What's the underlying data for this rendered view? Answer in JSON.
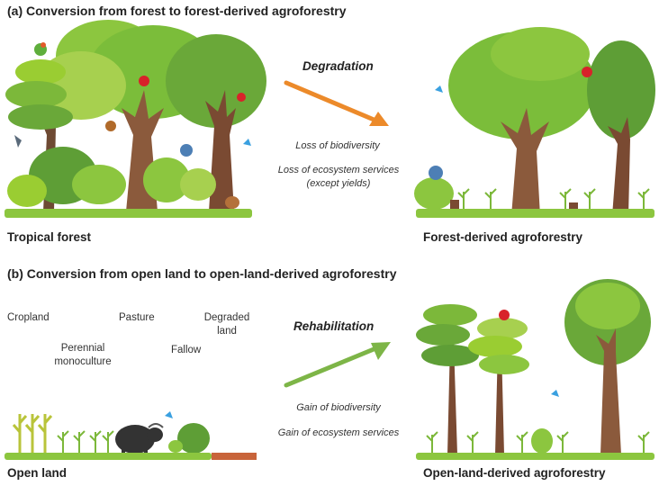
{
  "panel_a": {
    "title": "(a) Conversion from forest to forest-derived agroforestry",
    "left_caption": "Tropical forest",
    "right_caption": "Forest-derived agroforestry",
    "arrow_label": "Degradation",
    "effects": [
      "Loss of biodiversity",
      "Loss of ecosystem services",
      "(except yields)"
    ],
    "arrow_color": "#ec8a2a"
  },
  "panel_b": {
    "title": "(b) Conversion from open land to open-land-derived agroforestry",
    "left_caption": "Open land",
    "right_caption": "Open-land-derived agroforestry",
    "arrow_label": "Rehabilitation",
    "effects": [
      "Gain of biodiversity",
      "Gain of ecosystem services"
    ],
    "land_uses": {
      "cropland": "Cropland",
      "pasture": "Pasture",
      "degraded_line1": "Degraded",
      "degraded_line2": "land",
      "perennial_line1": "Perennial",
      "perennial_line2": "monoculture",
      "fallow": "Fallow"
    },
    "arrow_color": "#7db547"
  }
}
